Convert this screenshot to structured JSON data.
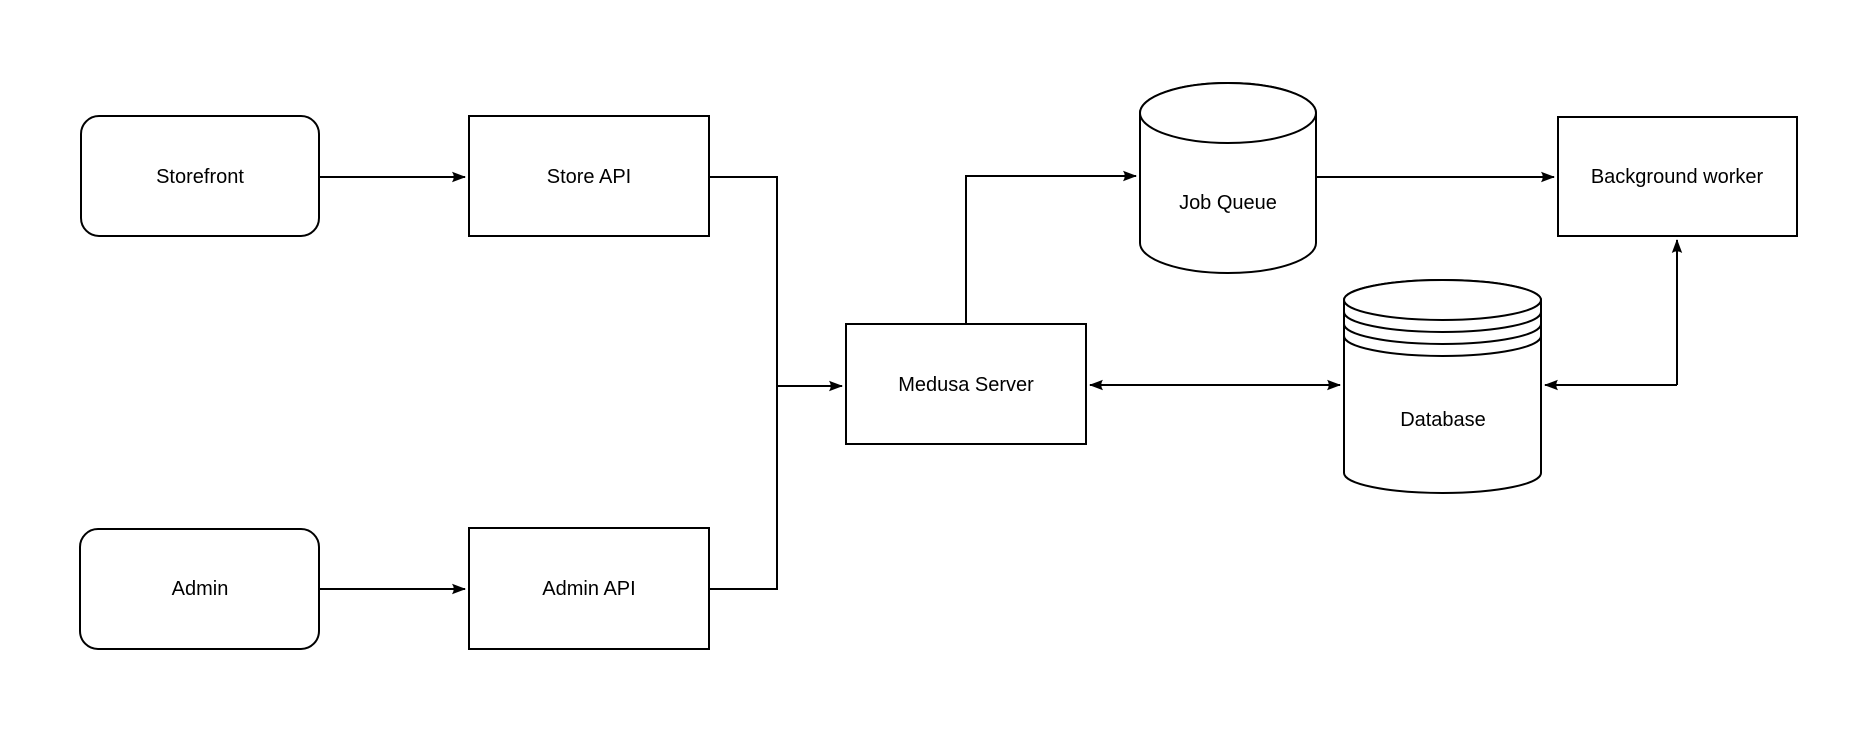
{
  "diagram": {
    "background_color": "#ffffff",
    "line_color": "#000000",
    "fill_color": "#ffffff",
    "nodes": {
      "storefront": {
        "label": "Storefront",
        "shape": "rounded-rectangle"
      },
      "store_api": {
        "label": "Store API",
        "shape": "rectangle"
      },
      "admin": {
        "label": "Admin",
        "shape": "rounded-rectangle"
      },
      "admin_api": {
        "label": "Admin API",
        "shape": "rectangle"
      },
      "medusa_server": {
        "label": "Medusa Server",
        "shape": "rectangle"
      },
      "job_queue": {
        "label": "Job Queue",
        "shape": "cylinder"
      },
      "database": {
        "label": "Database",
        "shape": "stacked-cylinder"
      },
      "background_worker": {
        "label": "Background worker",
        "shape": "rectangle"
      }
    },
    "edges": [
      {
        "from": "Storefront",
        "to": "Store API",
        "direction": "forward"
      },
      {
        "from": "Admin",
        "to": "Admin API",
        "direction": "forward"
      },
      {
        "from": "Store API / Admin API",
        "to": "Medusa Server",
        "direction": "forward"
      },
      {
        "from": "Medusa Server",
        "to": "Job Queue",
        "direction": "forward"
      },
      {
        "from": "Job Queue",
        "to": "Background worker",
        "direction": "forward"
      },
      {
        "from": "Medusa Server",
        "to": "Database",
        "direction": "bidirectional"
      },
      {
        "from": "Background worker",
        "to": "Database",
        "direction": "bidirectional"
      }
    ]
  }
}
